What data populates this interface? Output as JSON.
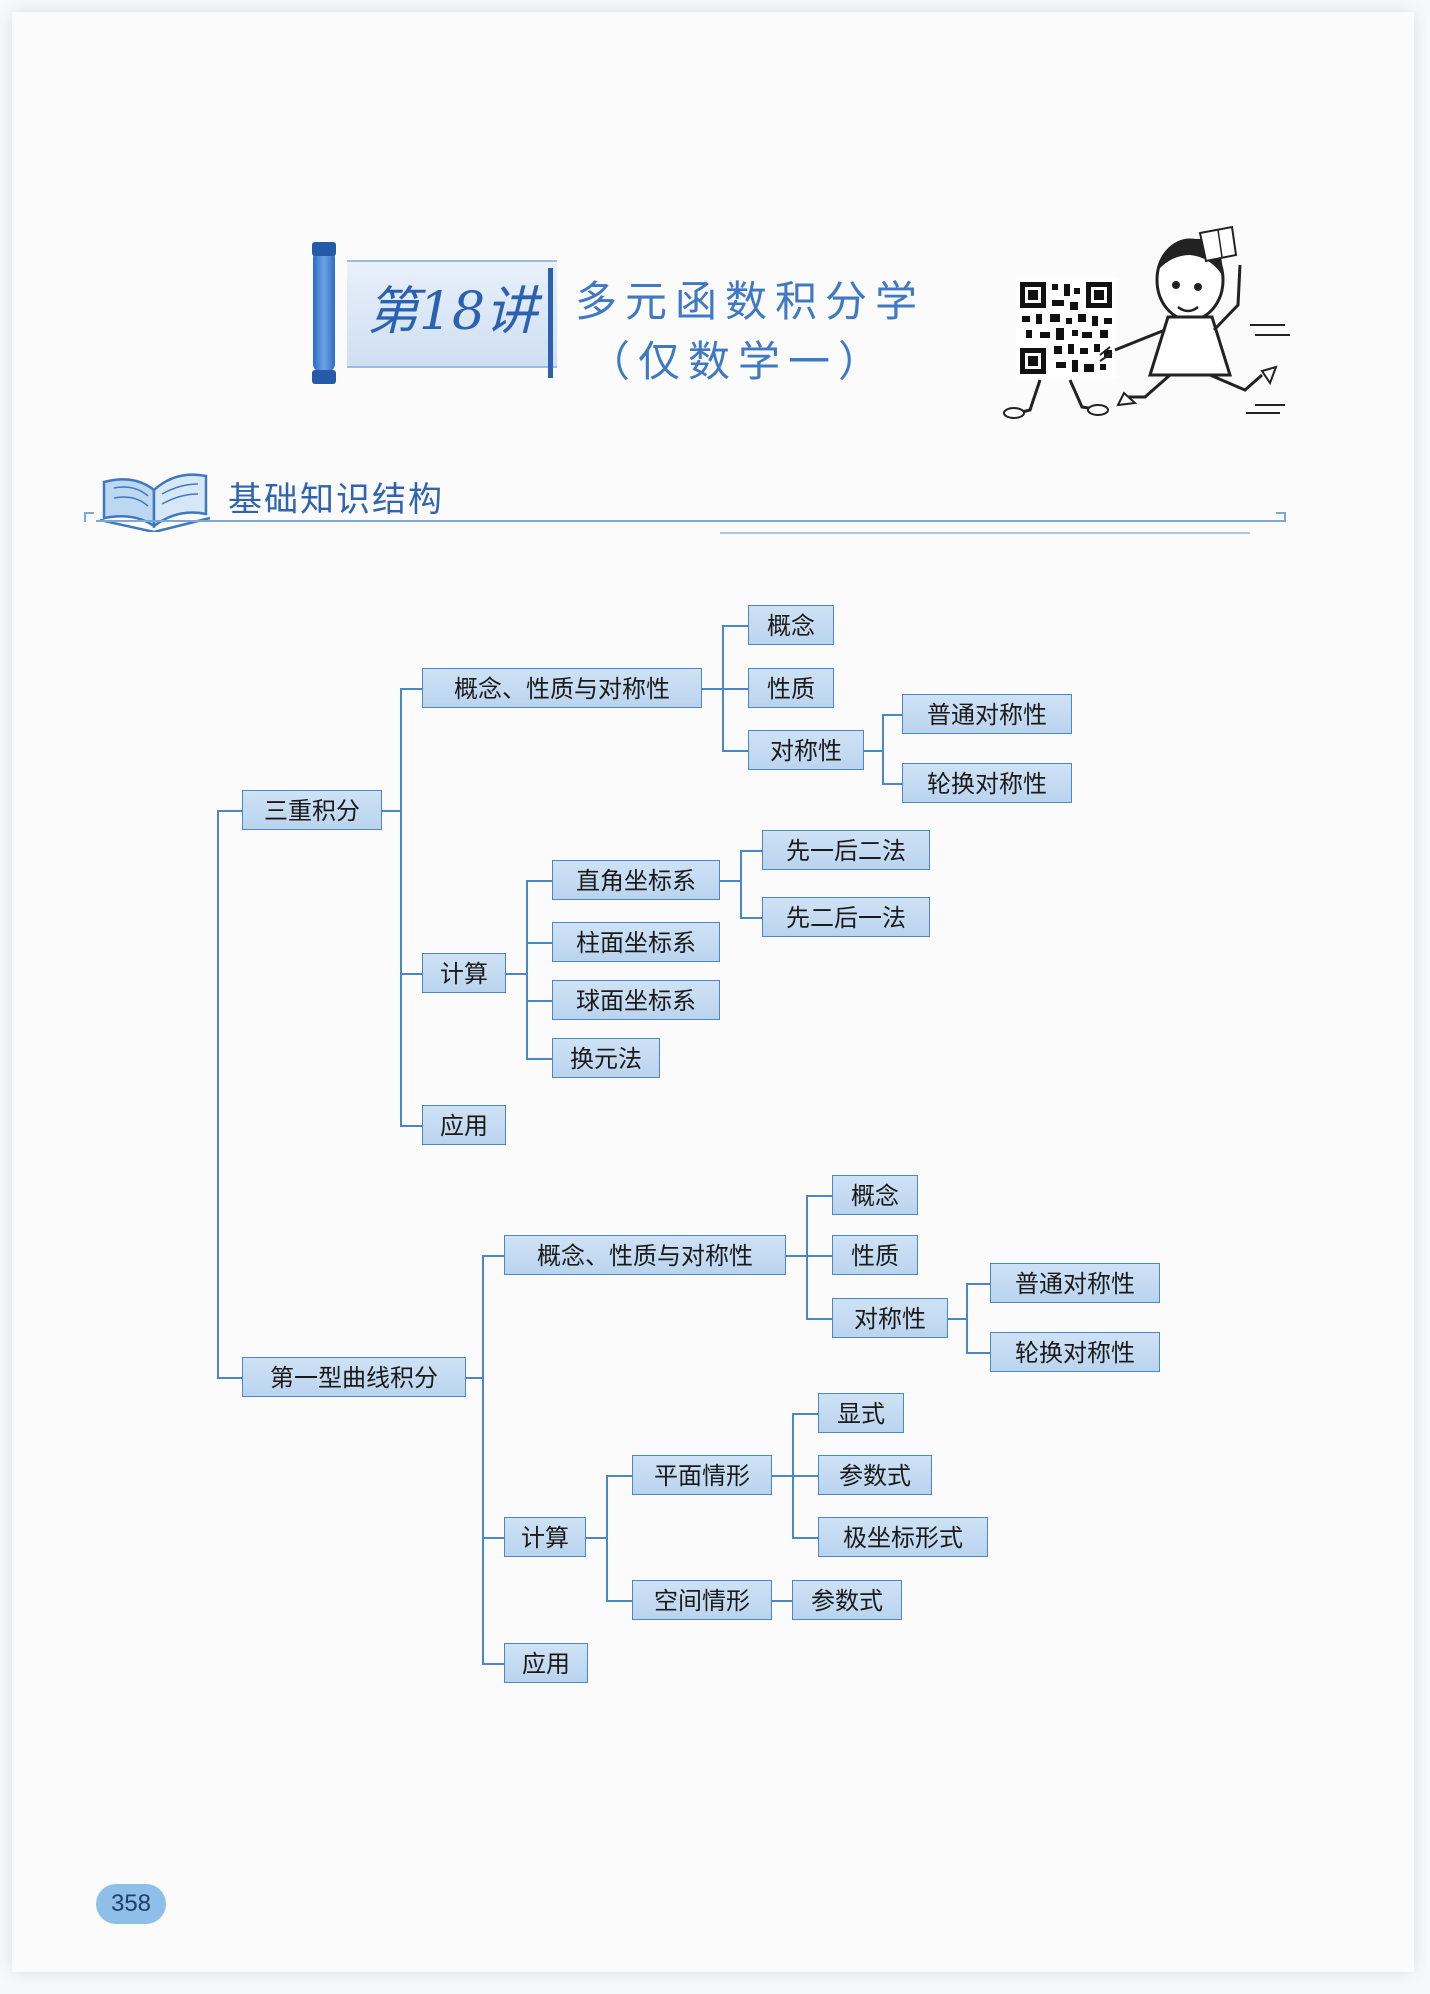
{
  "chapter": {
    "label": "第18讲",
    "title_line1": "多元函数积分学",
    "title_line2": "（仅数学一）"
  },
  "section": {
    "title": "基础知识结构"
  },
  "mindmap": {
    "triple": {
      "root": "三重积分",
      "concept": "概念、性质与对称性",
      "concept_children": [
        "概念",
        "性质",
        "对称性"
      ],
      "symmetry_children": [
        "普通对称性",
        "轮换对称性"
      ],
      "compute": "计算",
      "compute_children": [
        "直角坐标系",
        "柱面坐标系",
        "球面坐标系",
        "换元法"
      ],
      "cartesian_children": [
        "先一后二法",
        "先二后一法"
      ],
      "application": "应用"
    },
    "curve": {
      "root": "第一型曲线积分",
      "concept": "概念、性质与对称性",
      "concept_children": [
        "概念",
        "性质",
        "对称性"
      ],
      "symmetry_children": [
        "普通对称性",
        "轮换对称性"
      ],
      "compute": "计算",
      "plane": "平面情形",
      "plane_children": [
        "显式",
        "参数式",
        "极坐标形式"
      ],
      "space": "空间情形",
      "space_children": [
        "参数式"
      ],
      "application": "应用"
    }
  },
  "page_number": "358",
  "colors": {
    "accent": "#2b61b0",
    "node_fill": "#c5dcf2",
    "node_border": "#4a86c8"
  }
}
